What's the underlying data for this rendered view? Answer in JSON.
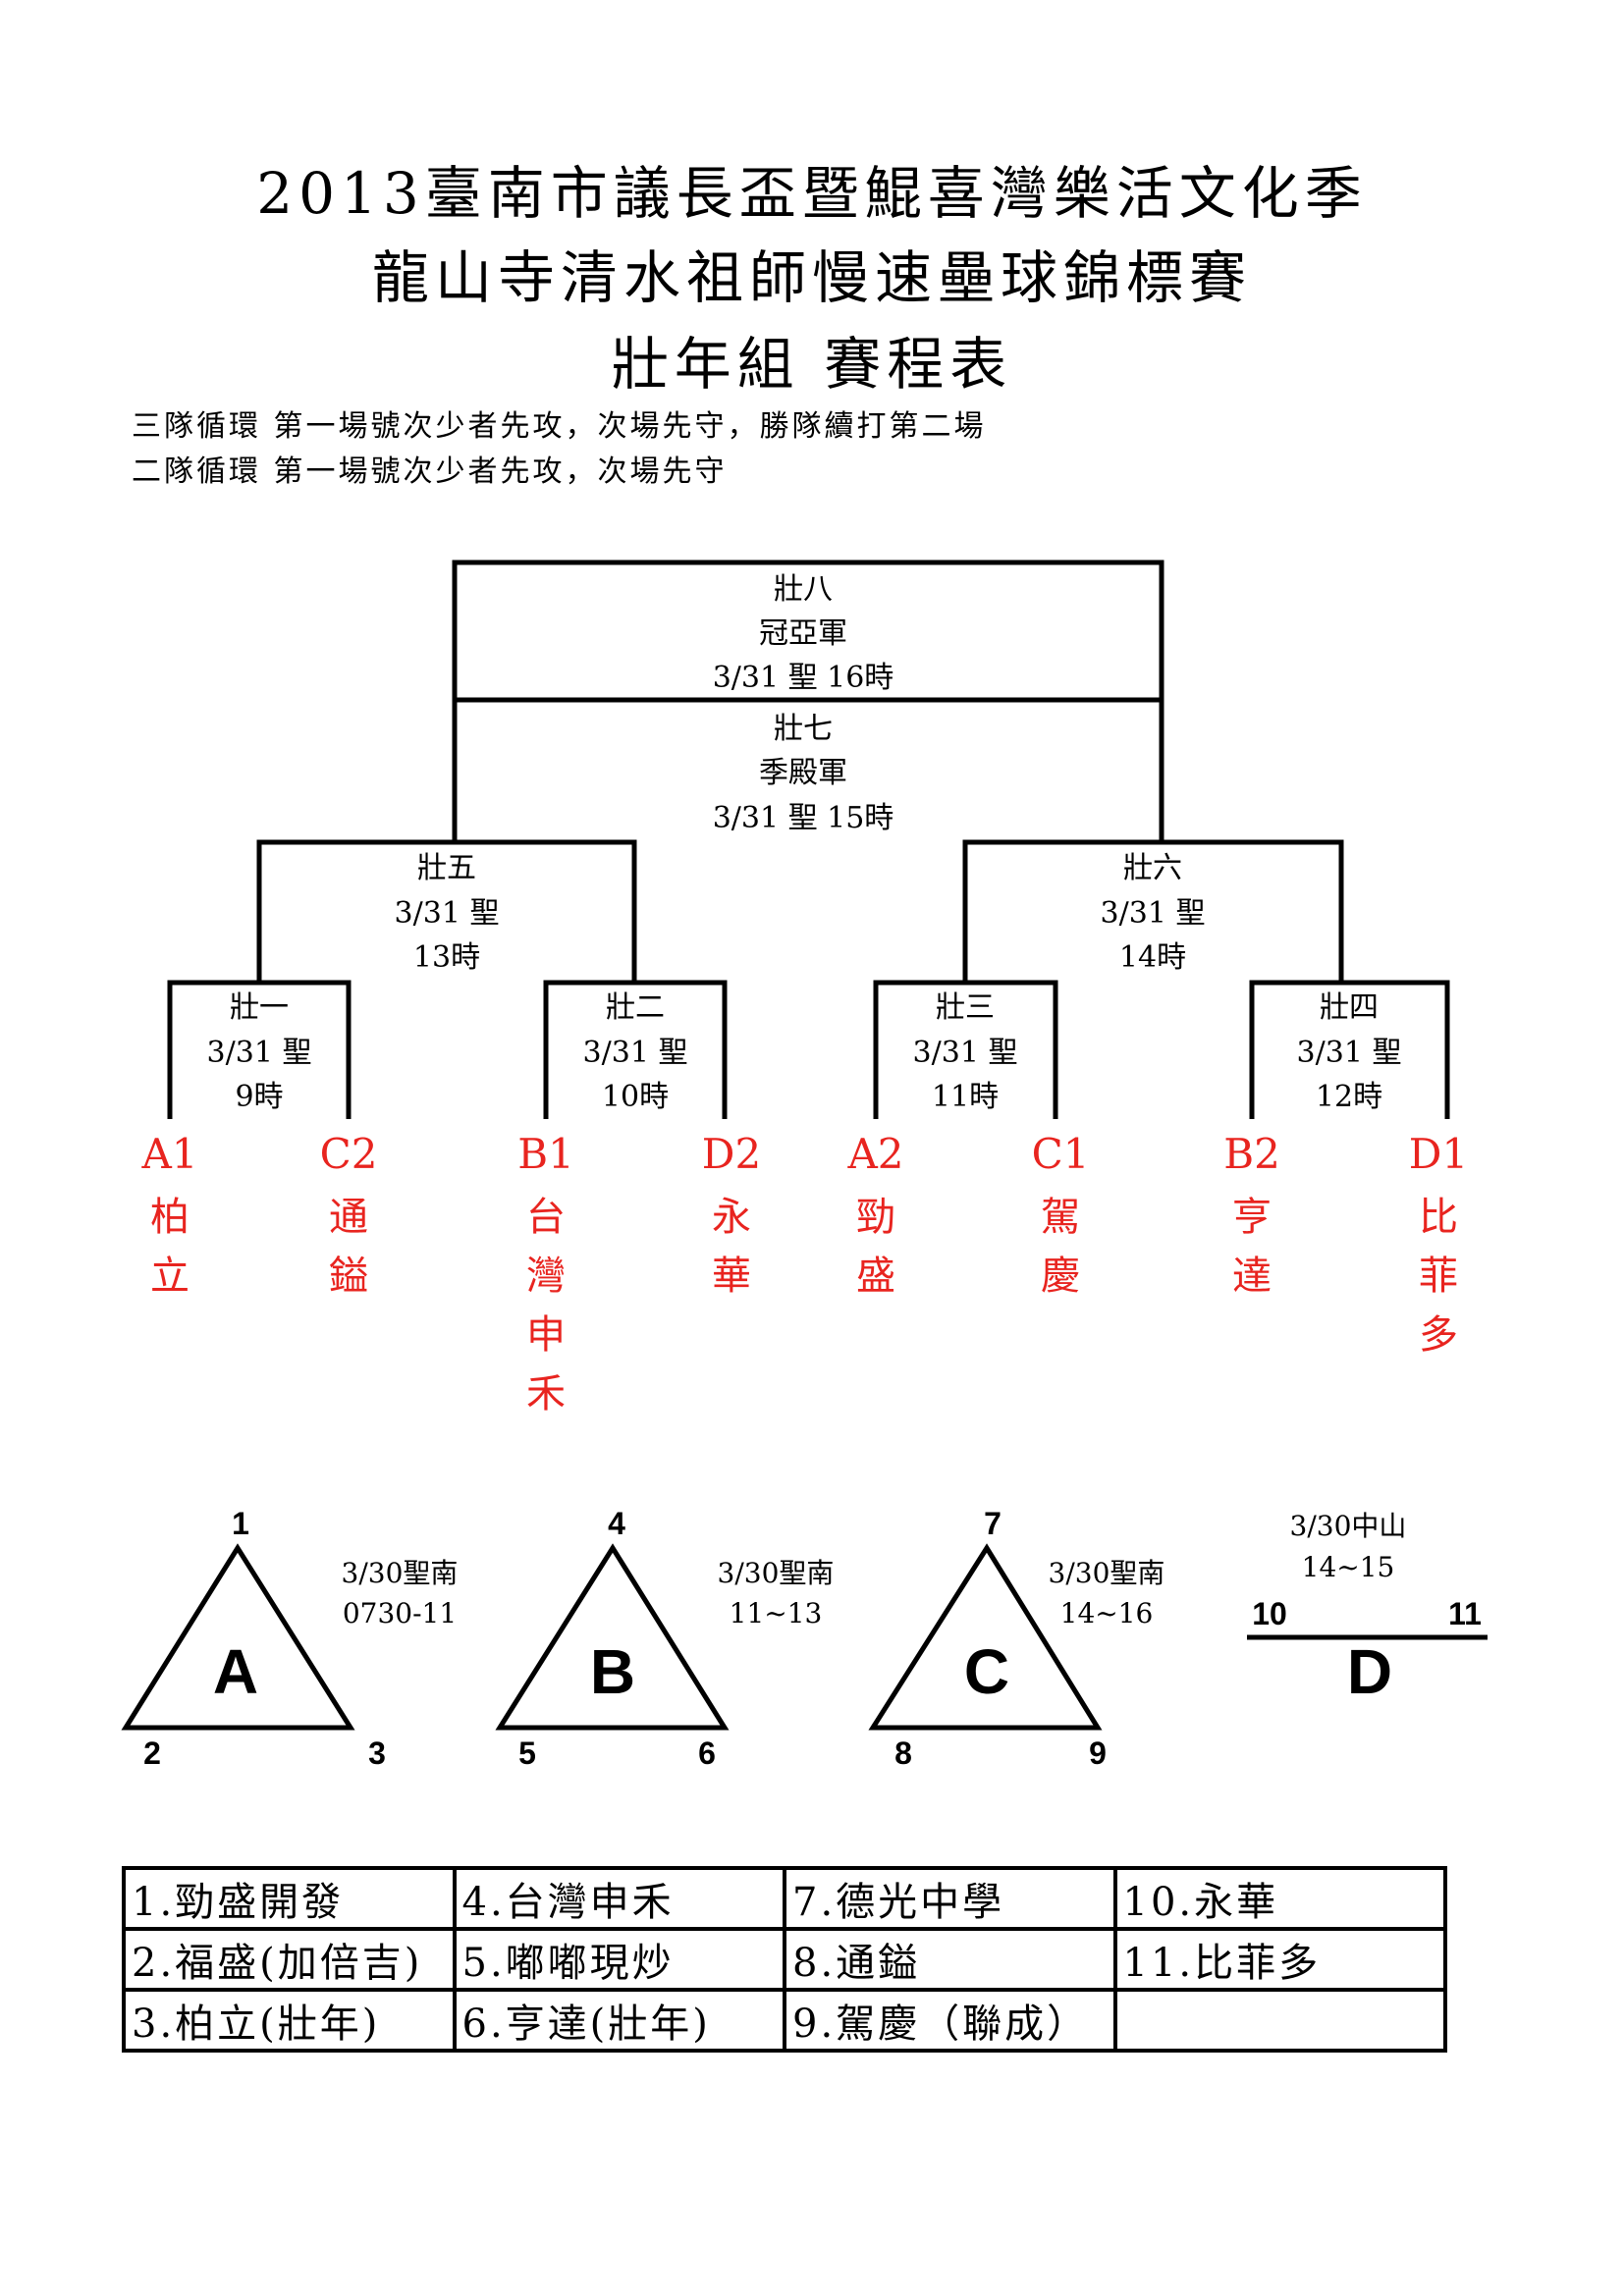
{
  "header": {
    "title_line1": "2013臺南市議長盃暨鯤喜灣樂活文化季",
    "title_line2": "龍山寺清水祖師慢速壘球錦標賽",
    "title_line3": "壯年組  賽程表"
  },
  "notes": {
    "round_robin_3": "三隊循環 第一場號次少者先攻，次場先守，勝隊續打第二場",
    "round_robin_2": "二隊循環 第一場號次少者先攻，次場先守"
  },
  "bracket": {
    "final": {
      "code": "壯八",
      "label": "冠亞軍",
      "time": "3/31 聖 16時"
    },
    "third_place": {
      "code": "壯七",
      "label": "季殿軍",
      "time": "3/31 聖 15時"
    },
    "semi_left": {
      "code": "壯五",
      "date": "3/31 聖",
      "hour": "13時"
    },
    "semi_right": {
      "code": "壯六",
      "date": "3/31 聖",
      "hour": "14時"
    },
    "qf": [
      {
        "code": "壯一",
        "date": "3/31 聖",
        "hour": "9時"
      },
      {
        "code": "壯二",
        "date": "3/31 聖",
        "hour": "10時"
      },
      {
        "code": "壯三",
        "date": "3/31 聖",
        "hour": "11時"
      },
      {
        "code": "壯四",
        "date": "3/31 聖",
        "hour": "12時"
      }
    ],
    "slots": [
      {
        "seed": "A1",
        "chars": [
          "柏",
          "立"
        ]
      },
      {
        "seed": "C2",
        "chars": [
          "通",
          "鎰"
        ]
      },
      {
        "seed": "B1",
        "chars": [
          "台",
          "灣",
          "申",
          "禾"
        ]
      },
      {
        "seed": "D2",
        "chars": [
          "永",
          "華"
        ]
      },
      {
        "seed": "A2",
        "chars": [
          "勁",
          "盛"
        ]
      },
      {
        "seed": "C1",
        "chars": [
          "駕",
          "慶"
        ]
      },
      {
        "seed": "B2",
        "chars": [
          "亨",
          "達"
        ]
      },
      {
        "seed": "D1",
        "chars": [
          "比",
          "菲",
          "多"
        ]
      }
    ]
  },
  "groups": [
    {
      "name": "A",
      "top": "1",
      "bottom_left": "2",
      "bottom_right": "3",
      "info_line1": "3/30聖南",
      "info_line2": "0730-11"
    },
    {
      "name": "B",
      "top": "4",
      "bottom_left": "5",
      "bottom_right": "6",
      "info_line1": "3/30聖南",
      "info_line2": "11~13"
    },
    {
      "name": "C",
      "top": "7",
      "bottom_left": "8",
      "bottom_right": "9",
      "info_line1": "3/30聖南",
      "info_line2": "14~16"
    },
    {
      "name": "D",
      "left": "10",
      "right": "11",
      "info_line1": "3/30中山",
      "info_line2": "14~15"
    }
  ],
  "teams_table": [
    [
      "1.勁盛開發",
      "4.台灣申禾",
      "7.德光中學",
      "10.永華"
    ],
    [
      "2.福盛(加倍吉)",
      "5.嘟嘟現炒",
      "8.通鎰",
      "11.比菲多"
    ],
    [
      "3.柏立(壯年)",
      "6.亨達(壯年)",
      "9.駕慶（聯成）",
      ""
    ]
  ],
  "colors": {
    "team_text": "#e8241f",
    "lines": "#000000"
  }
}
